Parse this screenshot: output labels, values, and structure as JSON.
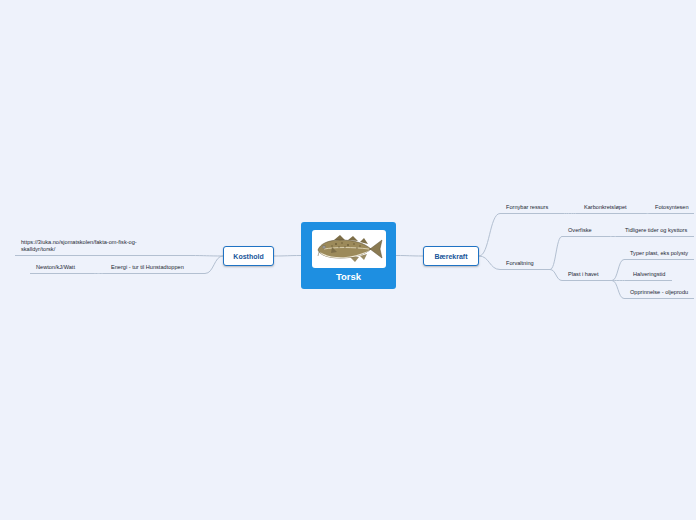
{
  "diagram": {
    "nodes": [
      {
        "text": [
          "Torsk"
        ]
      },
      {
        "text": [
          "Kosthold"
        ]
      },
      {
        "text": [
          "https://3iuka.no/sjomatskolen/fakta-om-fisk-og-skalldyr/torsk/"
        ]
      },
      {
        "text": [
          "Energi - tur til Hunstadtoppen"
        ]
      },
      {
        "text": [
          "Newton/kJ/Watt"
        ]
      },
      {
        "text": [
          "Bærekraft"
        ]
      },
      {
        "text": [
          "Fornybar ressurs"
        ]
      },
      {
        "text": [
          "Karbonkretsløpet"
        ]
      },
      {
        "text": [
          "Fotosyntesen"
        ]
      },
      {
        "text": [
          "Forvaltning"
        ]
      },
      {
        "text": [
          "Overfiske"
        ]
      },
      {
        "text": [
          "Tidligere tider og kysttors"
        ]
      },
      {
        "text": [
          "Plast i havet"
        ]
      },
      {
        "text": [
          "Typer plast, eks polysty"
        ]
      },
      {
        "text": [
          "Halveringstid"
        ]
      },
      {
        "text": [
          "Opprinnelse - oljeprodu"
        ]
      }
    ],
    "edges": [
      {
        "from": 0,
        "to": 1,
        "arrow": "none"
      },
      {
        "from": 1,
        "to": 2,
        "arrow": "none"
      },
      {
        "from": 1,
        "to": 3,
        "arrow": "none"
      },
      {
        "from": 3,
        "to": 4,
        "arrow": "none"
      },
      {
        "from": 0,
        "to": 5,
        "arrow": "none"
      },
      {
        "from": 5,
        "to": 6,
        "arrow": "none"
      },
      {
        "from": 6,
        "to": 7,
        "arrow": "none"
      },
      {
        "from": 7,
        "to": 8,
        "arrow": "none"
      },
      {
        "from": 5,
        "to": 9,
        "arrow": "none"
      },
      {
        "from": 9,
        "to": 10,
        "arrow": "none"
      },
      {
        "from": 10,
        "to": 11,
        "arrow": "none"
      },
      {
        "from": 9,
        "to": 12,
        "arrow": "none"
      },
      {
        "from": 12,
        "to": 13,
        "arrow": "none"
      },
      {
        "from": 12,
        "to": 14,
        "arrow": "none"
      },
      {
        "from": 12,
        "to": 15,
        "arrow": "none"
      }
    ]
  }
}
